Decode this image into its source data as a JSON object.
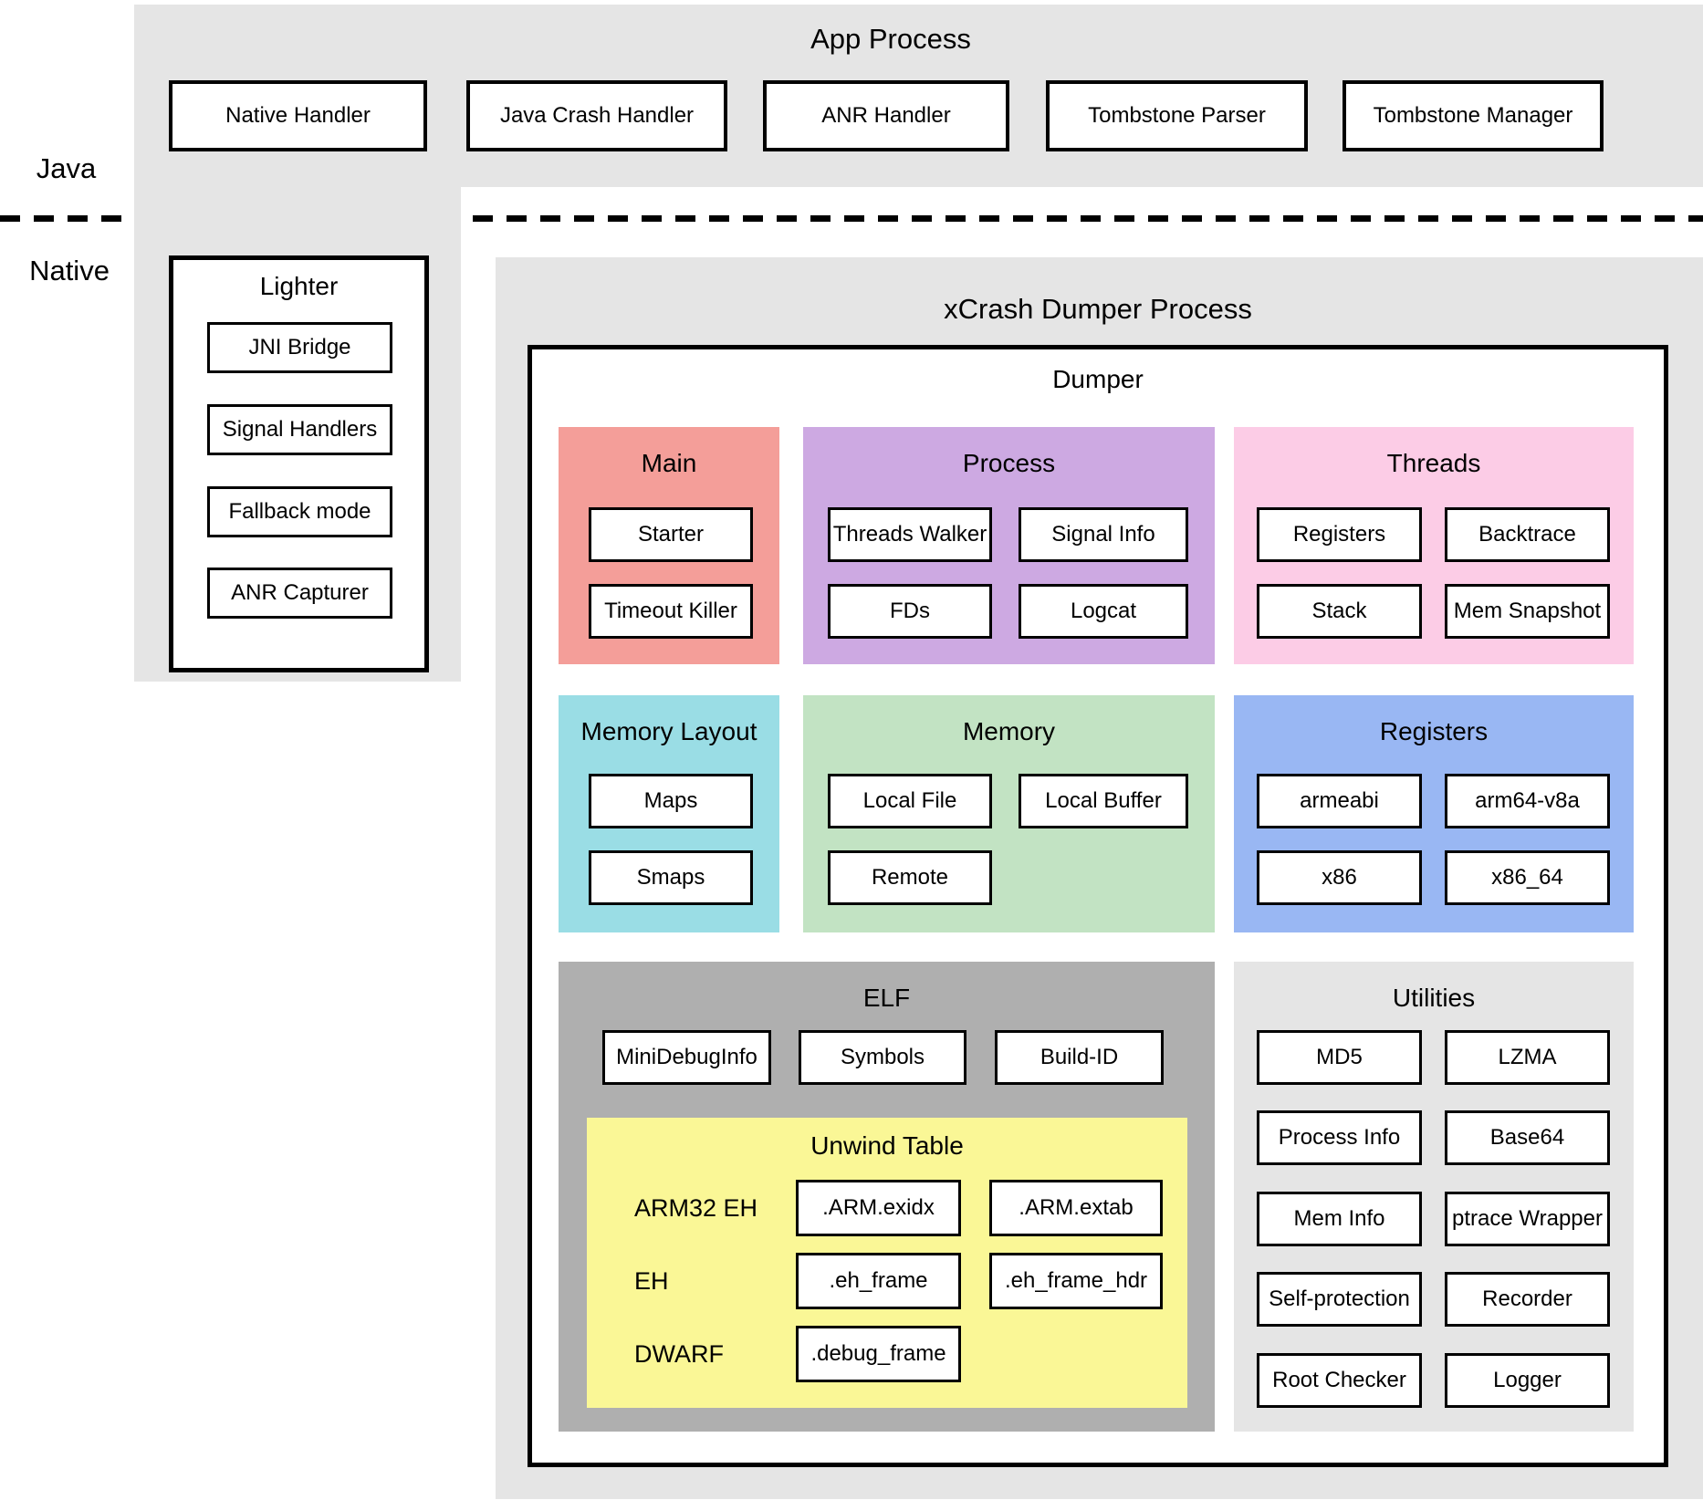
{
  "labels": {
    "java": "Java",
    "native": "Native"
  },
  "colors": {
    "panel_gray": "#E5E5E5",
    "elf_gray": "#AFAFAF",
    "main": "#F49E99",
    "process": "#CDA9E2",
    "threads": "#FCCCE6",
    "memory_layout": "#9ADDE5",
    "memory": "#C2E3C3",
    "registers": "#99B7F3",
    "unwind": "#FAF796",
    "utilities": "#E5E5E5"
  },
  "app_process": {
    "title": "App Process",
    "boxes": [
      "Native Handler",
      "Java Crash Handler",
      "ANR Handler",
      "Tombstone Parser",
      "Tombstone Manager"
    ]
  },
  "lighter": {
    "title": "Lighter",
    "boxes": [
      "JNI Bridge",
      "Signal Handlers",
      "Fallback mode",
      "ANR Capturer"
    ]
  },
  "xcrash": {
    "title": "xCrash Dumper Process",
    "dumper_title": "Dumper",
    "main": {
      "title": "Main",
      "boxes": [
        "Starter",
        "Timeout Killer"
      ]
    },
    "process": {
      "title": "Process",
      "boxes": [
        "Threads Walker",
        "Signal Info",
        "FDs",
        "Logcat"
      ]
    },
    "threads": {
      "title": "Threads",
      "boxes": [
        "Registers",
        "Backtrace",
        "Stack",
        "Mem Snapshot"
      ]
    },
    "memory_layout": {
      "title": "Memory Layout",
      "boxes": [
        "Maps",
        "Smaps"
      ]
    },
    "memory": {
      "title": "Memory",
      "boxes": [
        "Local File",
        "Local Buffer",
        "Remote"
      ]
    },
    "registers": {
      "title": "Registers",
      "boxes": [
        "armeabi",
        "arm64-v8a",
        "x86",
        "x86_64"
      ]
    },
    "elf": {
      "title": "ELF",
      "boxes": [
        "MiniDebugInfo",
        "Symbols",
        "Build-ID"
      ],
      "unwind_table": {
        "title": "Unwind Table",
        "rows": [
          {
            "label": "ARM32 EH",
            "boxes": [
              ".ARM.exidx",
              ".ARM.extab"
            ]
          },
          {
            "label": "EH",
            "boxes": [
              ".eh_frame",
              ".eh_frame_hdr"
            ]
          },
          {
            "label": "DWARF",
            "boxes": [
              ".debug_frame"
            ]
          }
        ]
      }
    },
    "utilities": {
      "title": "Utilities",
      "boxes": [
        "MD5",
        "LZMA",
        "Process Info",
        "Base64",
        "Mem Info",
        "ptrace Wrapper",
        "Self-protection",
        "Recorder",
        "Root Checker",
        "Logger"
      ]
    }
  }
}
